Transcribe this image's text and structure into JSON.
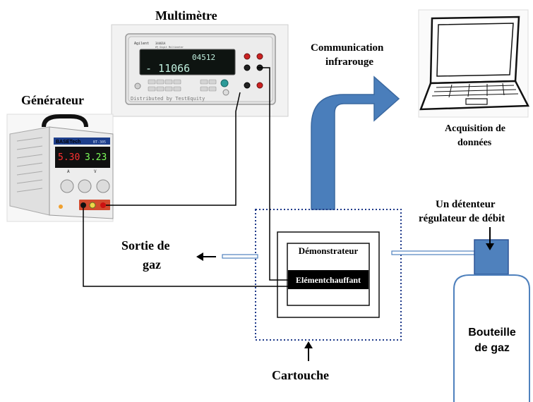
{
  "labels": {
    "multimeter": "Multimètre",
    "generator": "Générateur",
    "communication_line1": "Communication",
    "communication_line2": "infrarouge",
    "acquisition_line1": "Acquisition de",
    "acquisition_line2": "données",
    "regulator_line1": "Un détenteur",
    "regulator_line2": "régulateur de débit",
    "gas_outlet_line1": "Sortie de",
    "gas_outlet_line2": "gaz",
    "demonstrator": "Démonstrateur",
    "heating_element": "Elémentchauffant",
    "cartridge": "Cartouche",
    "gas_bottle_line1": "Bouteille",
    "gas_bottle_line2": "de gaz"
  },
  "multimeter_device": {
    "brand": "Agilent",
    "model": "34401A",
    "subtitle": "6½ Digit Multimeter",
    "display_main": "- 11066",
    "display_secondary": "04512",
    "footer": "Distributed by TestEquity"
  },
  "generator_device": {
    "brand": "BASETech",
    "model": "BT-305",
    "current_display": "5.30",
    "voltage_display": "3.23",
    "current_unit": "A",
    "voltage_unit": "V"
  },
  "colors": {
    "arrow_blue": "#4a7ebb",
    "arrow_border": "#3a68a0",
    "regulator_blue": "#4f81bd",
    "bottle_outline": "#4f81bd",
    "cartridge_border": "#1f3a8a",
    "display_red": "#ff3030",
    "display_green": "#7dff5a",
    "heating_fill": "#000000"
  }
}
